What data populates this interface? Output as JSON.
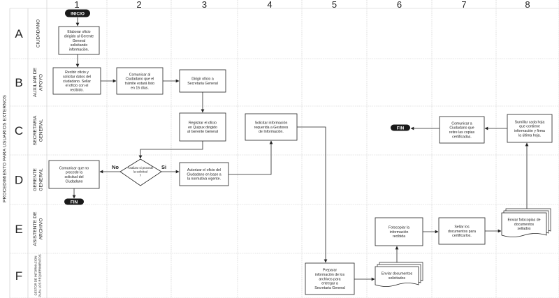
{
  "page_title": "PROCEDIMIENTO PARA USUARIOS EXTERNOS",
  "columns": [
    "1",
    "2",
    "3",
    "4",
    "5",
    "6",
    "7",
    "8"
  ],
  "lanes": [
    {
      "letter": "A",
      "name": [
        "CIUDADANO"
      ]
    },
    {
      "letter": "B",
      "name": [
        "AUXILIAR DE",
        "APOYO"
      ]
    },
    {
      "letter": "C",
      "name": [
        "SECRETARIA",
        "GENERAL"
      ]
    },
    {
      "letter": "D",
      "name": [
        "GERENTE",
        "GENERAL"
      ]
    },
    {
      "letter": "E",
      "name": [
        "ASISTENTE DE",
        "ARCHIVO"
      ]
    },
    {
      "letter": "F",
      "name": [
        "GESTOR DE INFORMACION",
        "PARA LOS REQUERIMIENTOS"
      ]
    }
  ],
  "terminals": {
    "start": "INICIO",
    "end_d": "FIN",
    "end_c": "FIN"
  },
  "steps": {
    "a1": [
      "Elaborar oficio",
      "dirigido al Gerente",
      "General",
      "solicitando",
      "información."
    ],
    "b1": [
      "Recibir oficio y",
      "solicitar datos del",
      "ciudadano. Sellar",
      "el oficio con el",
      "recibido."
    ],
    "b2": [
      "Comunicar al",
      "Ciudadano que el",
      "trámite estará listo",
      "en 15 días."
    ],
    "b3": [
      "Dirigir oficio a",
      "Secretaria General"
    ],
    "c3": [
      "Registrar el oficio",
      "en Quipux dirigido",
      "al Gerente General"
    ],
    "d2": [
      "Analizar si procede",
      "la solicitud",
      "?"
    ],
    "d1": [
      "Comunicar que no",
      "procede la",
      "solicitud del",
      "Ciudadano"
    ],
    "d3": [
      "Autorizar el oficio del",
      "Ciudadano en base a",
      "la normativa vigente."
    ],
    "c4": [
      "Solicitar información",
      "requerida a Gestores",
      "de Información."
    ],
    "f5": [
      "Preparar",
      "información de los",
      "archivos para",
      "entregar a",
      "Secretaria General"
    ],
    "f6": [
      "Enviar documentos",
      "solicitados"
    ],
    "e6": [
      "Fotocopiar la",
      "información",
      "recibida"
    ],
    "e7": [
      "Sellar los",
      "documentos para",
      "certificarlos."
    ],
    "e8": [
      "Enviar fotocopias de",
      "documentos",
      "sellados"
    ],
    "c8": [
      "Sumillar cada hoja",
      "que contiene",
      "información y firma",
      "la última hoja."
    ],
    "c7": [
      "Comunicar a",
      "Ciudadano que",
      "retire las copias",
      "certificadas."
    ]
  },
  "decision_labels": {
    "no": "No",
    "yes": "Si"
  },
  "colors": {
    "grid": "#c8c8c8",
    "line": "#222222",
    "terminal": "#1a1a1a",
    "text": "#222222"
  }
}
